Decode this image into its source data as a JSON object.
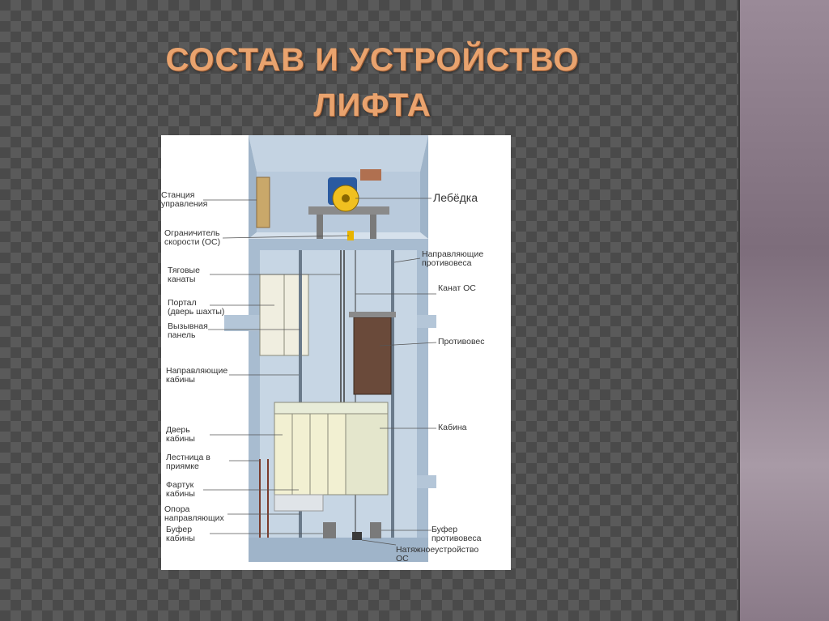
{
  "slide": {
    "title_line1": "СОСТАВ И УСТРОЙСТВО",
    "title_line2": "ЛИФТА"
  },
  "diagram": {
    "labels": {
      "control_station": "Станция\nуправления",
      "speed_limiter": "Ограничитель\nскорости (ОС)",
      "traction_ropes": "Тяговые\nканаты",
      "portal": "Портал\n(дверь шахты)",
      "call_panel": "Вызывная\nпанель",
      "car_guides": "Направляющие\nкабины",
      "car_door": "Дверь\nкабины",
      "pit_ladder": "Лестница в\nприямке",
      "car_apron": "Фартук\nкабины",
      "guide_support": "Опора\nнаправляющих",
      "car_buffer": "Буфер\nкабины",
      "winch": "Лебёдка",
      "counterweight_guides": "Направляющие\nпротивовеса",
      "limiter_rope": "Канат ОС",
      "counterweight": "Противовес",
      "car": "Кабина",
      "counterweight_buffer": "Буфер\nпротивовеса",
      "tensioner": "Натяжноеустройство\nОС"
    }
  }
}
